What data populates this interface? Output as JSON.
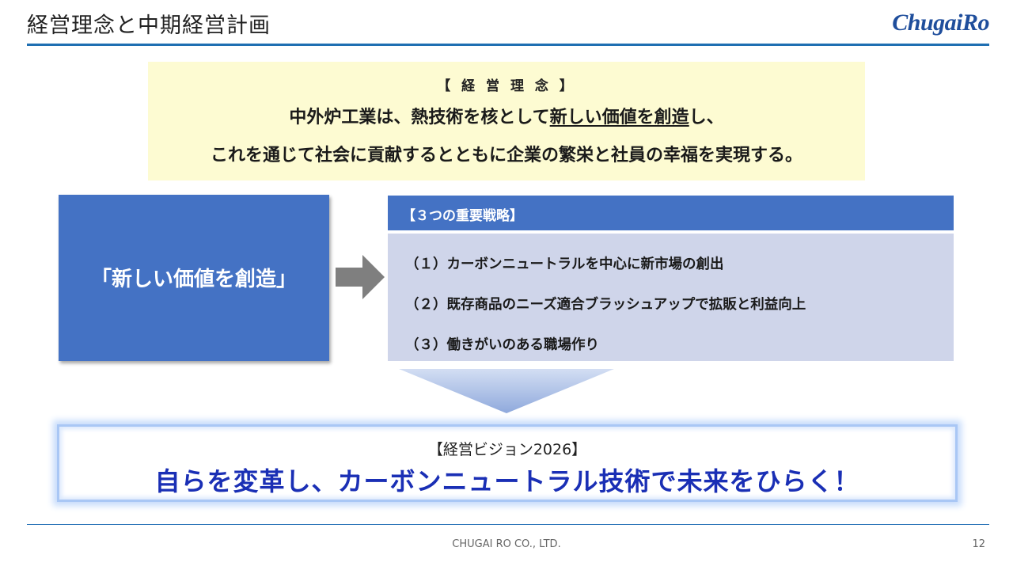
{
  "header": {
    "title": "経営理念と中期経営計画",
    "logo_text": "ChugaiRo"
  },
  "philosophy": {
    "heading": "【 経 営 理 念 】",
    "line1_before": "中外炉工業は、熱技術を核として",
    "line1_underlined": "新しい価値を創造",
    "line1_after": "し、",
    "line2": "これを通じて社会に貢献するとともに企業の繁栄と社員の幸福を実現する。"
  },
  "value_box": {
    "text": "「新しい価値を創造」"
  },
  "strategies": {
    "title": "【３つの重要戦略】",
    "items": [
      "（１）カーボンニュートラルを中心に新市場の創出",
      "（２）既存商品のニーズ適合ブラッシュアップで拡販と利益向上",
      "（３）働きがいのある職場作り"
    ]
  },
  "vision": {
    "heading": "【経営ビジョン2026】",
    "slogan": "自らを変革し、カーボンニュートラル技術で未来をひらく！"
  },
  "footer": {
    "company": "CHUGAI RO CO., LTD.",
    "page_number": "12"
  },
  "colors": {
    "accent_blue": "#4472c4",
    "rule_blue": "#1f6fb2",
    "philosophy_bg": "#fdfbd2",
    "strategy_body_bg": "#cfd5ea",
    "slogan_blue": "#1a2fb5",
    "arrow_gray": "#7f7f7f"
  }
}
